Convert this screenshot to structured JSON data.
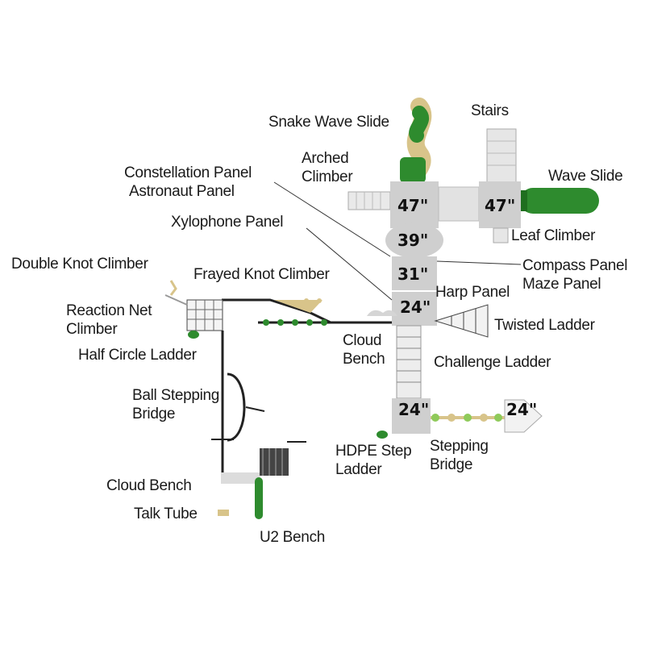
{
  "labels": {
    "snake_wave_slide": "Snake Wave Slide",
    "stairs": "Stairs",
    "arched_climber_l1": "Arched",
    "arched_climber_l2": "Climber",
    "wave_slide": "Wave Slide",
    "constellation_panel": "Constellation Panel",
    "astronaut_panel": "Astronaut Panel",
    "xylophone_panel": "Xylophone Panel",
    "leaf_climber": "Leaf Climber",
    "double_knot_climber": "Double Knot Climber",
    "frayed_knot_climber": "Frayed Knot Climber",
    "compass_panel": "Compass Panel",
    "maze_panel": "Maze Panel",
    "harp_panel": "Harp Panel",
    "reaction_net_l1": "Reaction Net",
    "reaction_net_l2": "Climber",
    "twisted_ladder": "Twisted Ladder",
    "cloud_bench_center_l1": "Cloud",
    "cloud_bench_center_l2": "Bench",
    "half_circle_ladder": "Half Circle Ladder",
    "challenge_ladder": "Challenge Ladder",
    "ball_stepping_l1": "Ball Stepping",
    "ball_stepping_l2": "Bridge",
    "hdpe_step_l1": "HDPE Step",
    "hdpe_step_l2": "Ladder",
    "stepping_bridge_l1": "Stepping",
    "stepping_bridge_l2": "Bridge",
    "cloud_bench_left": "Cloud Bench",
    "talk_tube": "Talk Tube",
    "u2_bench": "U2 Bench"
  },
  "heights": {
    "deck_47_left": "47\"",
    "deck_47_right": "47\"",
    "deck_39": "39\"",
    "deck_31": "31\"",
    "deck_24_upper": "24\"",
    "deck_24_lower": "24\"",
    "deck_24_right": "24\""
  },
  "colors": {
    "green": "#2e8b2e",
    "light_green": "#8fca5a",
    "deck_gray": "#cfcfcf",
    "panel_gray": "#bdbdbd",
    "tan": "#d8c48a",
    "dark": "#222222"
  }
}
